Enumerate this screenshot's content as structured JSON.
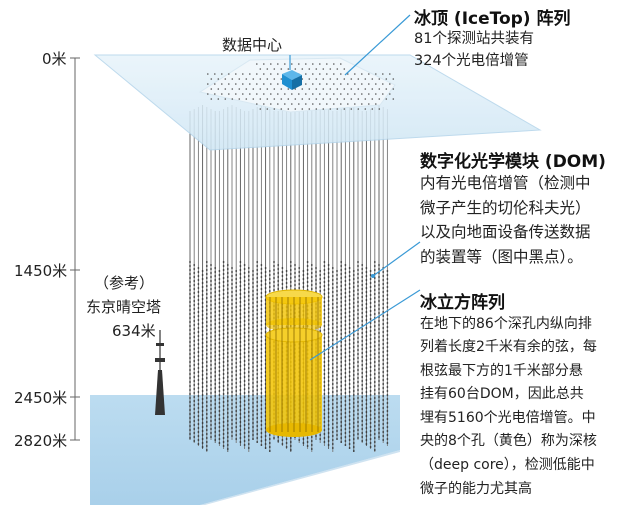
{
  "depth_labels": {
    "d0": "0米",
    "d1450": "1450米",
    "d2450": "2450米",
    "d2820": "2820米"
  },
  "data_center": "数据中心",
  "icetop": {
    "title": "冰顶 (IceTop) 阵列",
    "lines": [
      "81个探测站共装有",
      "324个光电倍增管"
    ]
  },
  "dom": {
    "title": "数字化光学模块 (DOM)",
    "lines": [
      "内有光电倍增管（检测中",
      "微子产生的切伦科夫光）",
      "以及向地面设备传送数据",
      "的装置等（图中黑点）。"
    ]
  },
  "cube": {
    "title": "冰立方阵列",
    "lines": [
      "在地下的86个深孔内纵向排",
      "列着长度2千米有余的弦，每",
      "根弦最下方的1千米部分悬",
      "挂有60台DOM，因此总共",
      "埋有5160个光电倍增管。中",
      "央的8个孔（黄色）称为深核",
      "（deep core），检测低能中",
      "微子的能力尤其高"
    ]
  },
  "tower": {
    "lines": [
      "（参考）",
      "东京晴空塔",
      "634米"
    ]
  },
  "colors": {
    "ice": "#cfe6f4",
    "ice_dark": "#9fc7e3",
    "deep_core": "#f2c300",
    "pointer": "#3a9ad6",
    "data_center": "#1f8fd0"
  }
}
